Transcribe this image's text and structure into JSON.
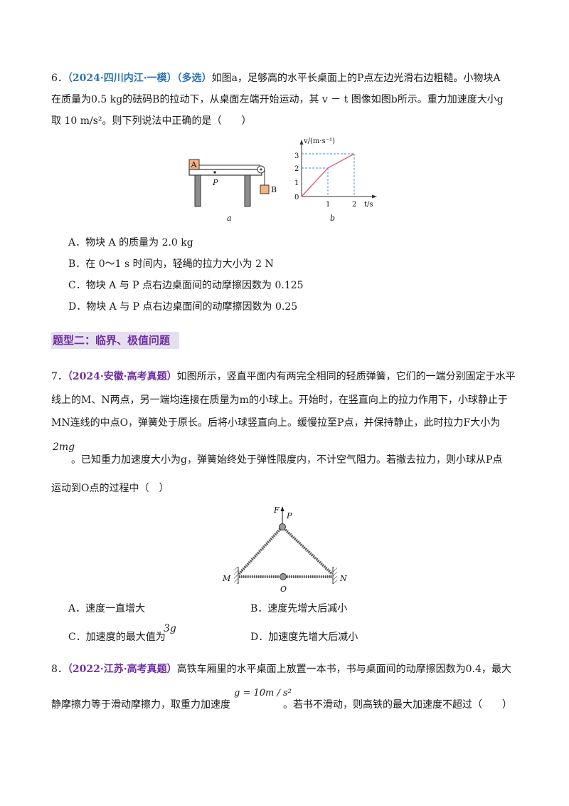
{
  "q6": {
    "num": "6．",
    "source": "（2024·四川内江·一模）（多选）",
    "line1": "如图a，足够高的水平长桌面上的P点左边光滑右边粗糙。小物块A",
    "line2": "在质量为0.5 kg的砝码B的拉动下，从桌面左端开始运动，其 v － t 图像如图b所示。重力加速度大小g",
    "line3": "取 10 m/s²。则下列说法中正确的是（　　）",
    "figA": {
      "blockA": "A",
      "blockB": "B",
      "pointP": "P",
      "caption": "a"
    },
    "figB": {
      "ylabel": "v/(m·s⁻¹)",
      "xlabel": "t/s",
      "yticks": [
        "3",
        "2",
        "1",
        "0"
      ],
      "xticks": [
        "1",
        "2"
      ],
      "caption": "b"
    },
    "options": {
      "A": "A．物块 A 的质量为 2.0 kg",
      "B": "B．在 0～1 s 时间内，轻绳的拉力大小为 2 N",
      "C": "C．物块 A 与 P 点右边桌面间的动摩擦因数为 0.125",
      "D": "D．物块 A 与 P 点右边桌面间的动摩擦因数为 0.25"
    }
  },
  "section": {
    "title": "题型二：临界、极值问题"
  },
  "q7": {
    "num": "7．",
    "source": "（2024·安徽·高考真题）",
    "line1": "如图所示，竖直平面内有两完全相同的轻质弹簧，它们的一端分别固定于水平",
    "line2": "线上的M、N两点，另一端均连接在质量为m的小球上。开始时，在竖直向上的拉力作用下，小球静止于",
    "line3": "MN连线的中点O，弹簧处于原长。后将小球竖直向上。缓慢拉至P点，并保持静止，此时拉力F大小为",
    "math_2mg": "2mg",
    "line4": "。已知重力加速度大小为g，弹簧始终处于弹性限度内，不计空气阻力。若撤去拉力，则小球从P点",
    "line5": "运动到O点的过程中（　）",
    "fig": {
      "F": "F",
      "P": "P",
      "M": "M",
      "N": "N",
      "O": "O"
    },
    "options": {
      "A": "A．速度一直增大",
      "B": "B．速度先增大后减小",
      "C": "C．加速度的最大值为",
      "C_math": "3g",
      "D": "D．加速度先增大后减小"
    }
  },
  "q8": {
    "num": "8．",
    "source": "（2022·江苏·高考真题）",
    "line1": "高铁车厢里的水平桌面上放置一本书，书与桌面间的动摩擦因数为0.4，最大",
    "line2a": "静摩擦力等于滑动摩擦力，取重力加速度",
    "math_g": "g = 10m / s²",
    "line2b": "。若书不滑动，则高铁的最大加速度不超过（　　）"
  }
}
